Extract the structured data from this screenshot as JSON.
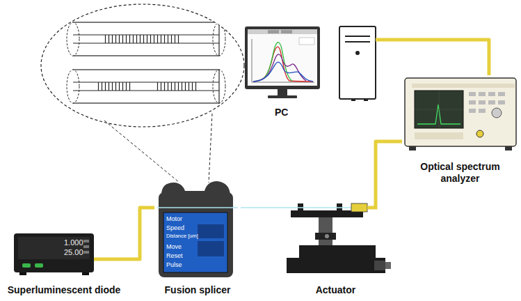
{
  "diagram": {
    "nodes": [
      {
        "text": [
          "Superluminescent diode"
        ]
      },
      {
        "text": [
          "Fusion splicer"
        ]
      },
      {
        "text": [
          "Actuator"
        ]
      },
      {
        "text": [
          "Optical spectrum analyzer"
        ]
      },
      {
        "text": [
          "PC"
        ]
      }
    ],
    "edges": [
      {
        "from": 0,
        "to": 1,
        "arrow": "none"
      },
      {
        "from": 1,
        "to": 2,
        "arrow": "none"
      },
      {
        "from": 2,
        "to": 3,
        "arrow": "none"
      },
      {
        "from": 3,
        "to": 4,
        "arrow": "none"
      }
    ],
    "labels": [
      "1.000",
      "25.00",
      "Motor",
      "Speed",
      "Distance [um]",
      "Move",
      "Reset",
      "Pulse"
    ]
  }
}
